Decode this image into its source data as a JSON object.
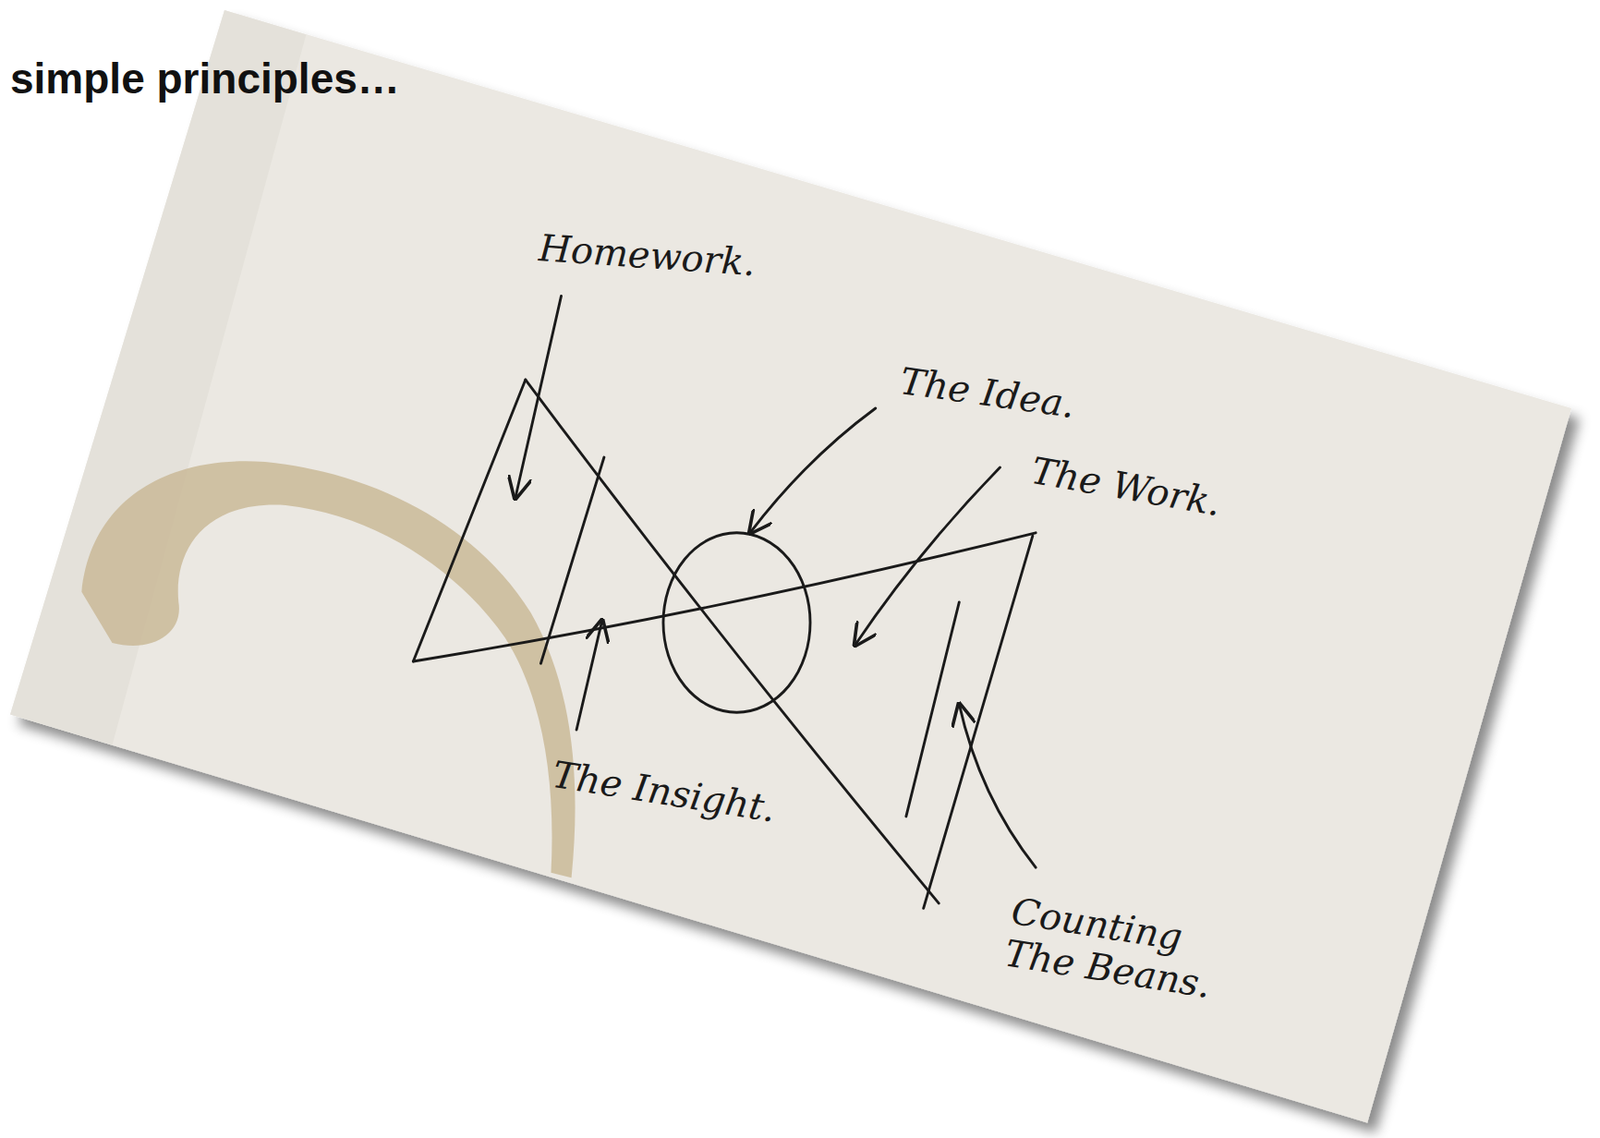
{
  "diagram": {
    "title": "simple principles…",
    "labels": [
      "Homework.",
      "The Idea.",
      "The Work.",
      "The Insight.",
      "Counting The Beans."
    ]
  }
}
